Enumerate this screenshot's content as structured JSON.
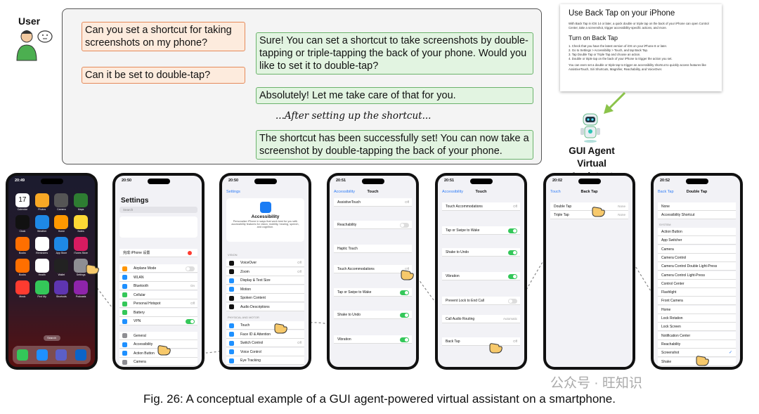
{
  "user_label": "User",
  "chat": {
    "user_msg_1": "Can you set a shortcut for taking screenshots on my phone?",
    "user_msg_2": "Can it be set to double-tap?",
    "agent_msg_1": "Sure! You can set a shortcut to take screenshots by double-tapping or triple-tapping the back of your phone. Would you like to set it to double-tap?",
    "agent_msg_2": "Absolutely! Let me take care of that for you.",
    "transition": "...After setting up the shortcut...",
    "agent_msg_3": "The shortcut has been successfully set! You can now take a screenshot by double-tapping the back of your phone."
  },
  "web_doc": {
    "title": "Use Back Tap on your iPhone",
    "intro": "With Back Tap in iOS 14 or later, a quick double or triple tap on the back of your iPhone can open Control Center, take a screenshot, trigger accessibility-specific actions, and more.",
    "subtitle": "Turn on Back Tap",
    "steps": [
      "1. Check that you have the latest version of iOS on your iPhone 8 or later.",
      "2. Go to Settings > Accessibility > Touch, and tap Back Tap.",
      "3. Tap Double Tap or Triple Tap and choose an action.",
      "4. Double or triple tap on the back of your iPhone to trigger the action you set."
    ],
    "note": "You can even set a double or triple tap to trigger an accessibility shortcut to quickly access features like AssistiveTouch, Siri Shortcuts, Magnifier, Reachability, and VoiceOver."
  },
  "agent_label_1": "GUI Agent",
  "agent_label_2": "Virtual Assistant",
  "phones": {
    "p1": {
      "time": "20:49",
      "date_num": "17",
      "apps": [
        "Calendar",
        "Photos",
        "Camera",
        "Maps",
        "Clock",
        "Weather",
        "Home",
        "Notes",
        "Books",
        "Reminders",
        "App Store",
        "iTunes Store",
        "Books",
        "Health",
        "Wallet",
        "Settings",
        "Music",
        "Find My",
        "Shortcuts",
        "Podcasts"
      ],
      "search": "Search"
    },
    "p2": {
      "time": "20:50",
      "title": "Settings",
      "search": "Search",
      "banner": "完成 iPhone 设置",
      "rows": [
        "Airplane Mode",
        "WLAN",
        "Bluetooth",
        "Cellular",
        "Personal Hotspot",
        "Battery",
        "VPN",
        "General",
        "Accessibility",
        "Action Button",
        "Camera"
      ],
      "bluetooth_val": "On",
      "hotspot_val": "Off"
    },
    "p3": {
      "time": "20:50",
      "back": "Settings",
      "title": "Accessibility",
      "desc": "Personalize iPhone in ways that work best for you with accessibility features for vision, mobility, hearing, speech, and cognition.",
      "learn_more": "Learn more...",
      "section_vision": "VISION",
      "section_physical": "PHYSICAL AND MOTOR",
      "rows_vision": [
        "VoiceOver",
        "Zoom",
        "Display & Text Size",
        "Motion",
        "Spoken Content",
        "Audio Descriptions"
      ],
      "rows_physical": [
        "Touch",
        "Face ID & Attention",
        "Switch Control",
        "Voice Control",
        "Eye Tracking"
      ],
      "off": "Off"
    },
    "p4": {
      "time": "20:51",
      "back": "Accessibility",
      "title": "Touch",
      "rows": [
        "AssistiveTouch",
        "Reachability",
        "Haptic Touch",
        "Touch Accommodations",
        "Tap or Swipe to Wake",
        "Shake to Undo",
        "Vibration"
      ],
      "off": "Off"
    },
    "p5": {
      "time": "20:51",
      "back": "Accessibility",
      "title": "Touch",
      "rows": [
        "Touch Accommodations",
        "Tap or Swipe to Wake",
        "Shake to Undo",
        "Vibration",
        "Prevent Lock to End Call",
        "Call Audio Routing",
        "Back Tap"
      ],
      "automatic": "Automatic",
      "off": "Off"
    },
    "p6": {
      "time": "20:02",
      "back": "Touch",
      "title": "Back Tap",
      "rows": [
        "Double Tap",
        "Triple Tap"
      ],
      "none": "None"
    },
    "p7": {
      "time": "20:52",
      "back": "Back Tap",
      "title": "Double Tap",
      "section_system": "SYSTEM",
      "top_rows": [
        "None",
        "Accessibility Shortcut"
      ],
      "rows": [
        "Action Button",
        "App Switcher",
        "Camera",
        "Camera Control",
        "Camera Control Double Light-Press",
        "Camera Control Light-Press",
        "Control Center",
        "Flashlight",
        "Front Camera",
        "Home",
        "Lock Rotation",
        "Lock Screen",
        "Notification Center",
        "Reachability",
        "Screenshot",
        "Shake"
      ]
    }
  },
  "caption": "Fig. 26: A conceptual example of a GUI agent-powered virtual assistant on a smartphone.",
  "watermark": "公众号 · 旺知识"
}
